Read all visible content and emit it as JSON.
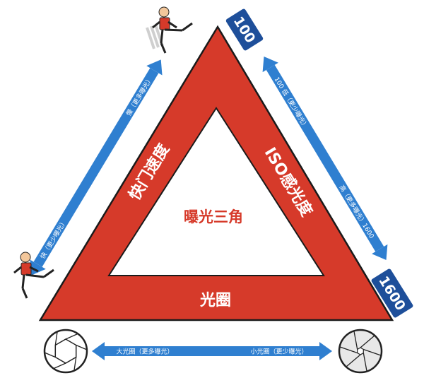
{
  "diagram": {
    "center_label": "曝光三角",
    "sides": {
      "left": "快门速度",
      "right": "ISO感光度",
      "bottom": "光圈"
    },
    "iso_badges": {
      "top": "100",
      "bottom": "1600"
    },
    "arrows": {
      "left_top": "慢（更多曝光）",
      "left_bottom": "快（更少曝光）",
      "right_top": "100 低（更少曝光）",
      "right_bottom": "高（更多曝光）1600",
      "bottom_left": "大光圈（更多曝光）",
      "bottom_right": "小光圈（更少曝光）"
    },
    "colors": {
      "triangle": "#d63a2a",
      "arrows": "#2f7fd0",
      "badge": "#1e4f9a",
      "triangle_outline": "#1a1a1a"
    }
  }
}
